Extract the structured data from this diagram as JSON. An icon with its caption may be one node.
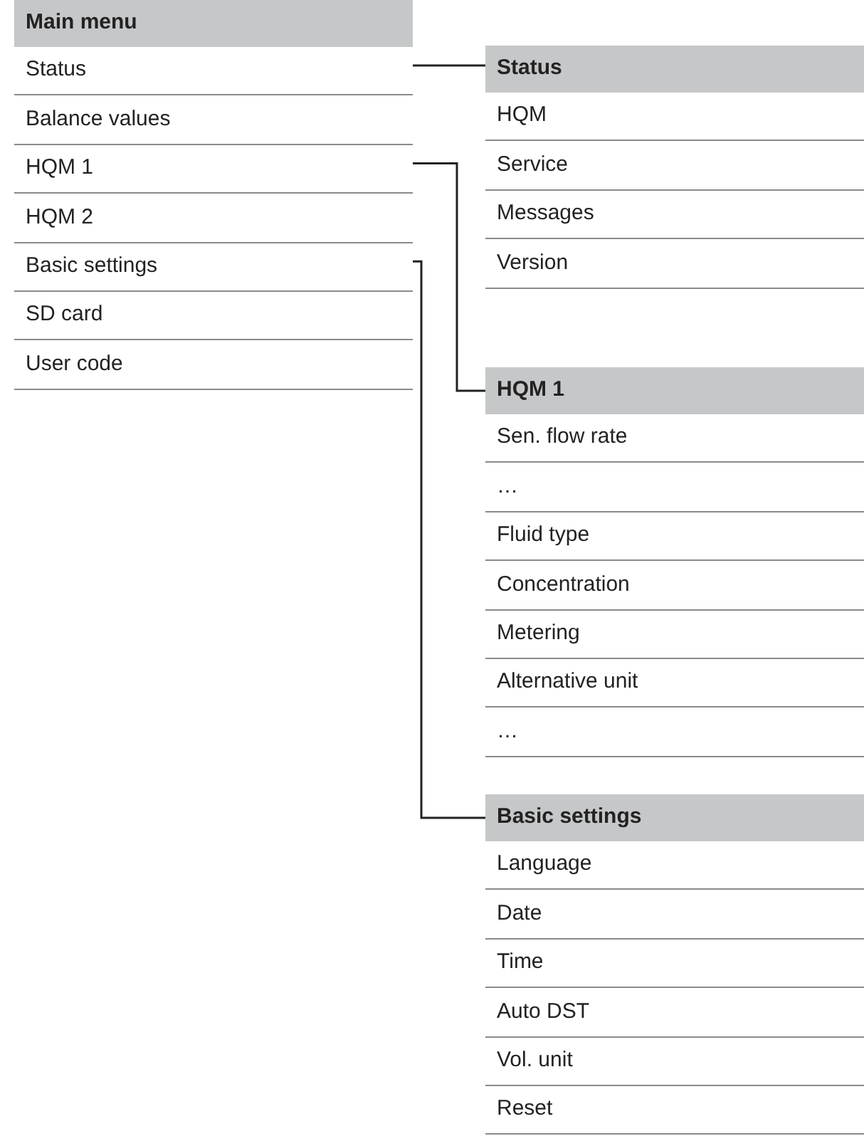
{
  "diagram": {
    "nodes": [
      {
        "text": [
          "Main menu"
        ]
      },
      {
        "text": [
          "Status"
        ]
      },
      {
        "text": [
          "Balance values"
        ]
      },
      {
        "text": [
          "HQM 1"
        ]
      },
      {
        "text": [
          "HQM 2"
        ]
      },
      {
        "text": [
          "Basic settings"
        ]
      },
      {
        "text": [
          "SD card"
        ]
      },
      {
        "text": [
          "User code"
        ]
      },
      {
        "text": [
          "Status"
        ]
      },
      {
        "text": [
          "HQM"
        ]
      },
      {
        "text": [
          "Service"
        ]
      },
      {
        "text": [
          "Messages"
        ]
      },
      {
        "text": [
          "Version"
        ]
      },
      {
        "text": [
          "HQM 1"
        ]
      },
      {
        "text": [
          "Sen. flow rate"
        ]
      },
      {
        "text": [
          "…"
        ]
      },
      {
        "text": [
          "Fluid type"
        ]
      },
      {
        "text": [
          "Concentration"
        ]
      },
      {
        "text": [
          "Metering"
        ]
      },
      {
        "text": [
          "Alternative unit"
        ]
      },
      {
        "text": [
          "…"
        ]
      },
      {
        "text": [
          "Basic settings"
        ]
      },
      {
        "text": [
          "Language"
        ]
      },
      {
        "text": [
          "Date"
        ]
      },
      {
        "text": [
          "Time"
        ]
      },
      {
        "text": [
          "Auto DST"
        ]
      },
      {
        "text": [
          "Vol. unit"
        ]
      },
      {
        "text": [
          "Reset"
        ]
      }
    ],
    "edges": [
      {
        "from": 1,
        "to": 8,
        "arrow": "none"
      },
      {
        "from": 3,
        "to": 13,
        "arrow": "none"
      },
      {
        "from": 5,
        "to": 21,
        "arrow": "none"
      }
    ]
  }
}
